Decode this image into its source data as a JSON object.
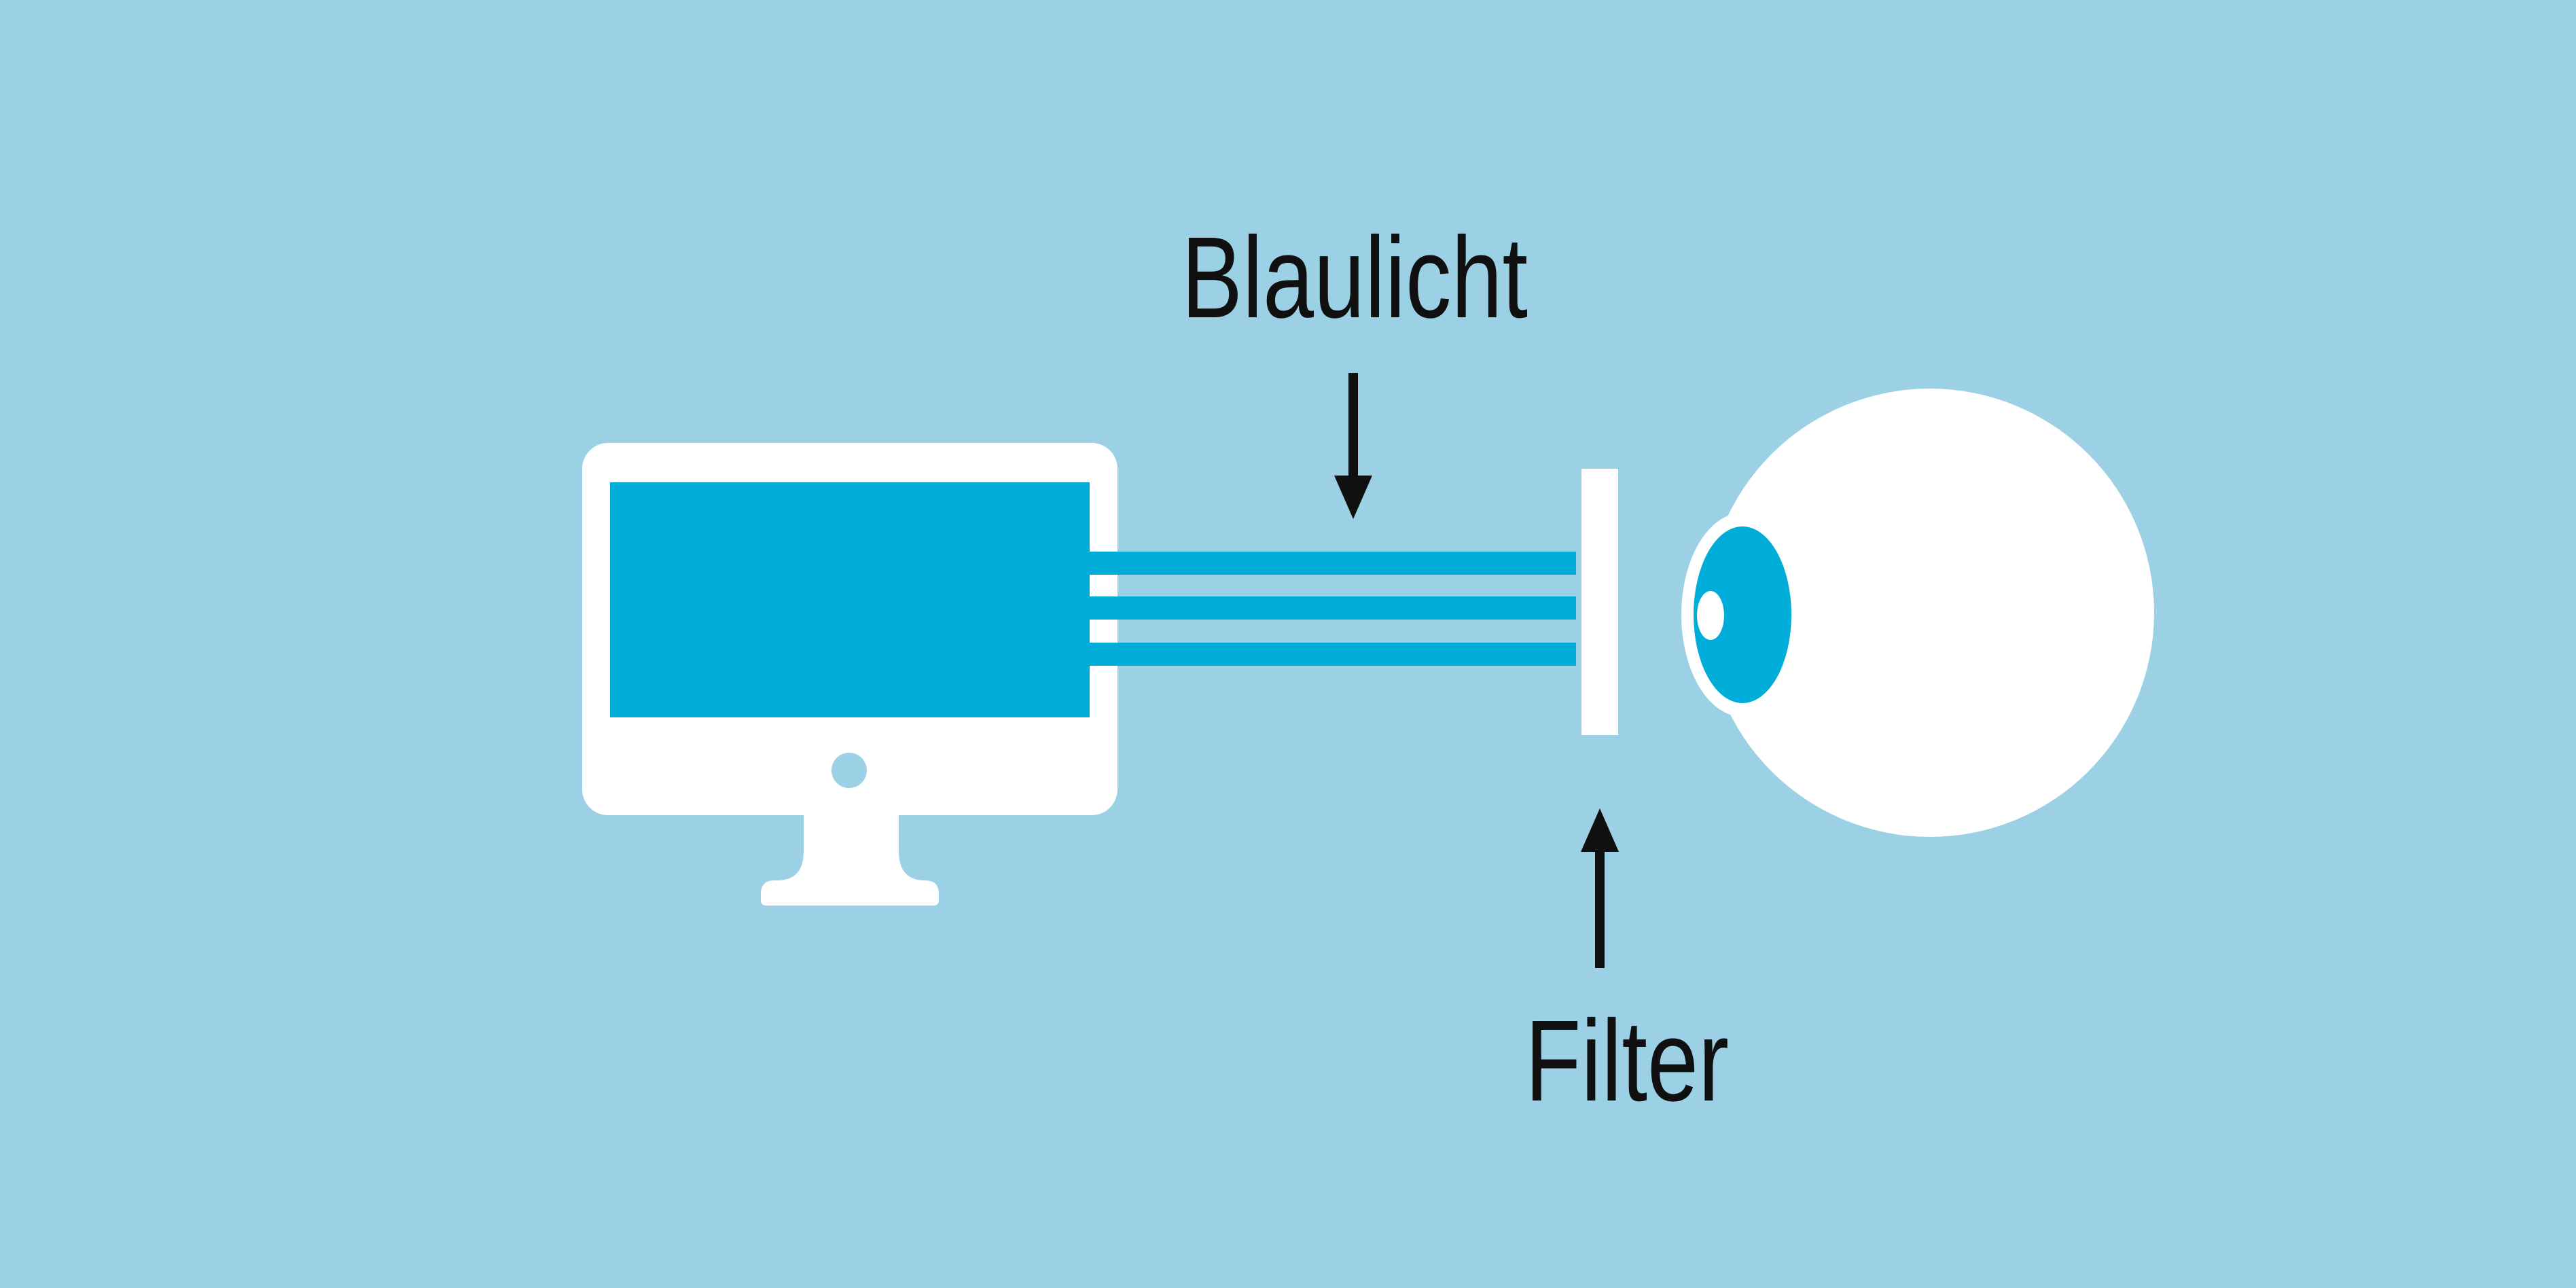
{
  "colors": {
    "background": "#9CD0E4",
    "cyan": "#00ACD8",
    "white": "#FFFFFF",
    "ink": "#101010"
  },
  "annotations": {
    "blue_light": {
      "label": "Blaulicht",
      "arrow_direction": "down"
    },
    "filter": {
      "label": "Filter",
      "arrow_direction": "up"
    }
  },
  "scene": {
    "monitor_icon": "computer-monitor",
    "rays_count": "3",
    "filter_icon": "filter-pane",
    "eye_icon": "eyeball-side-view"
  }
}
